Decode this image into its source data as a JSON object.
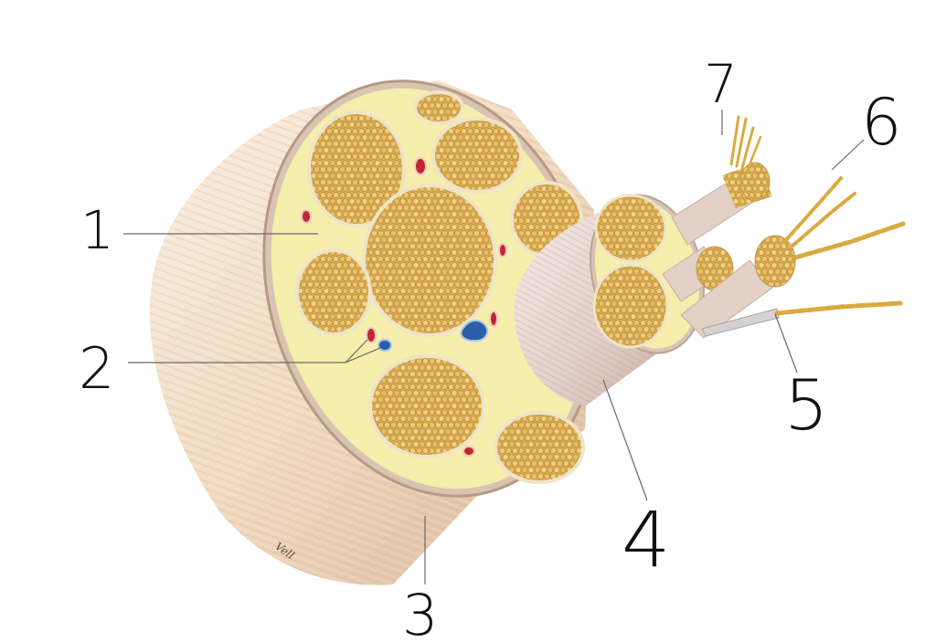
{
  "diagram": {
    "labels": [
      {
        "id": "1",
        "text": "1"
      },
      {
        "id": "2",
        "text": "2"
      },
      {
        "id": "3",
        "text": "3"
      },
      {
        "id": "4",
        "text": "4"
      },
      {
        "id": "5",
        "text": "5"
      },
      {
        "id": "6",
        "text": "6"
      },
      {
        "id": "7",
        "text": "7"
      }
    ],
    "signature": "Vell",
    "colors": {
      "background": "#ffffff",
      "epineurium": "#efd7bf",
      "endo_matrix": "#f5eeac",
      "fascicle": "#ddb15a",
      "perineurium": "#e9d9c9",
      "artery": "#c0282c",
      "vein": "#2a5ea8",
      "leader": "#6a6a6a"
    }
  }
}
